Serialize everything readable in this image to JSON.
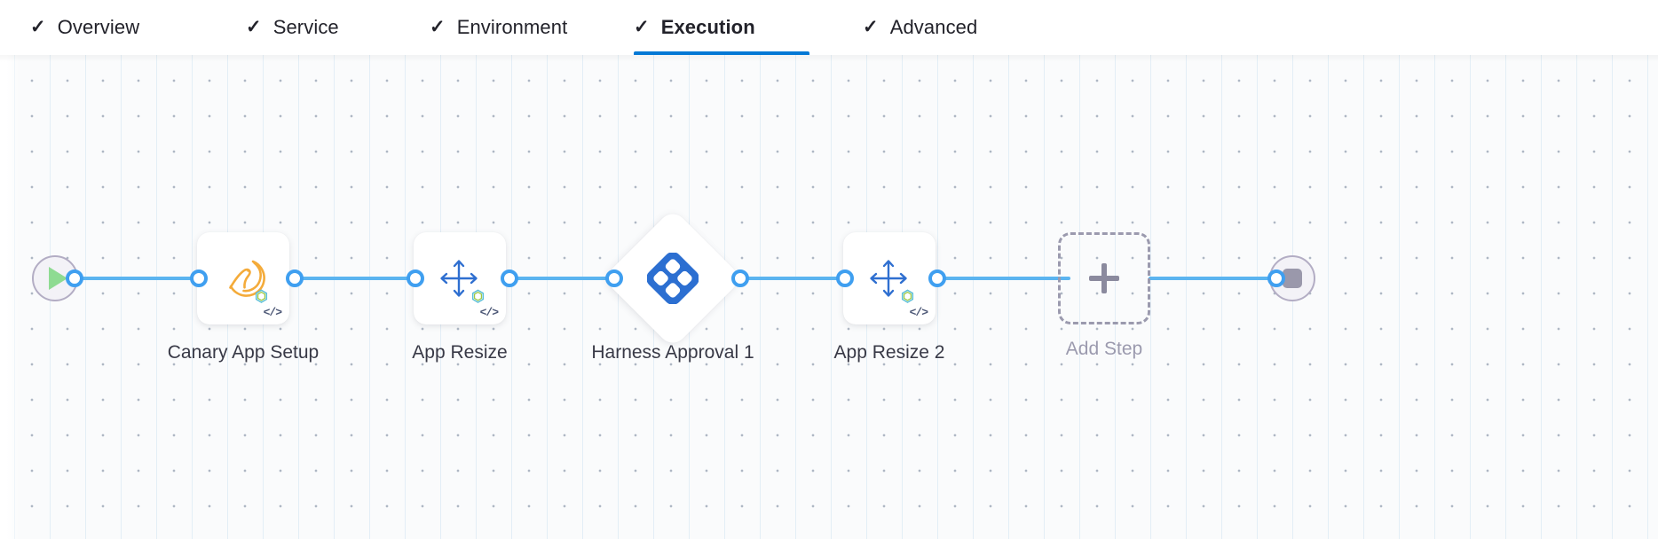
{
  "tabs": [
    {
      "label": "Overview",
      "icon": "check-icon",
      "active": false
    },
    {
      "label": "Service",
      "icon": "check-icon",
      "active": false
    },
    {
      "label": "Environment",
      "icon": "check-icon",
      "active": false
    },
    {
      "label": "Execution",
      "icon": "check-icon",
      "active": true
    },
    {
      "label": "Advanced",
      "icon": "check-icon",
      "active": false
    }
  ],
  "tab_check_glyph": "✓",
  "colors": {
    "active_tab_underline": "#0278d5",
    "edge": "#5bb4f0",
    "port_border": "#3f9ff0",
    "harness_blue": "#2c6fd1",
    "canary_orange": "#f4ab3a",
    "resize_blue": "#2f6fd0",
    "start_green": "#8edb92",
    "stop_gray": "#9a98ab",
    "add_step_gray": "#9b9aae",
    "canvas_bg": "#fafbfc"
  },
  "pipeline": {
    "start_node": {
      "name": "start",
      "icon": "play-icon"
    },
    "end_node": {
      "name": "end",
      "icon": "stop-icon"
    },
    "steps": [
      {
        "label": "Canary App Setup",
        "icon": "canary-bird-icon",
        "shape": "rounded-square",
        "badge": "code-icon"
      },
      {
        "label": "App Resize",
        "icon": "resize-arrows-icon",
        "shape": "rounded-square",
        "badge": "code-icon"
      },
      {
        "label": "Harness Approval 1",
        "icon": "harness-logo-icon",
        "shape": "diamond",
        "badge": ""
      },
      {
        "label": "App Resize 2",
        "icon": "resize-arrows-icon",
        "shape": "rounded-square",
        "badge": "code-icon"
      }
    ],
    "add_step": {
      "label": "Add Step",
      "icon": "plus-icon"
    }
  }
}
